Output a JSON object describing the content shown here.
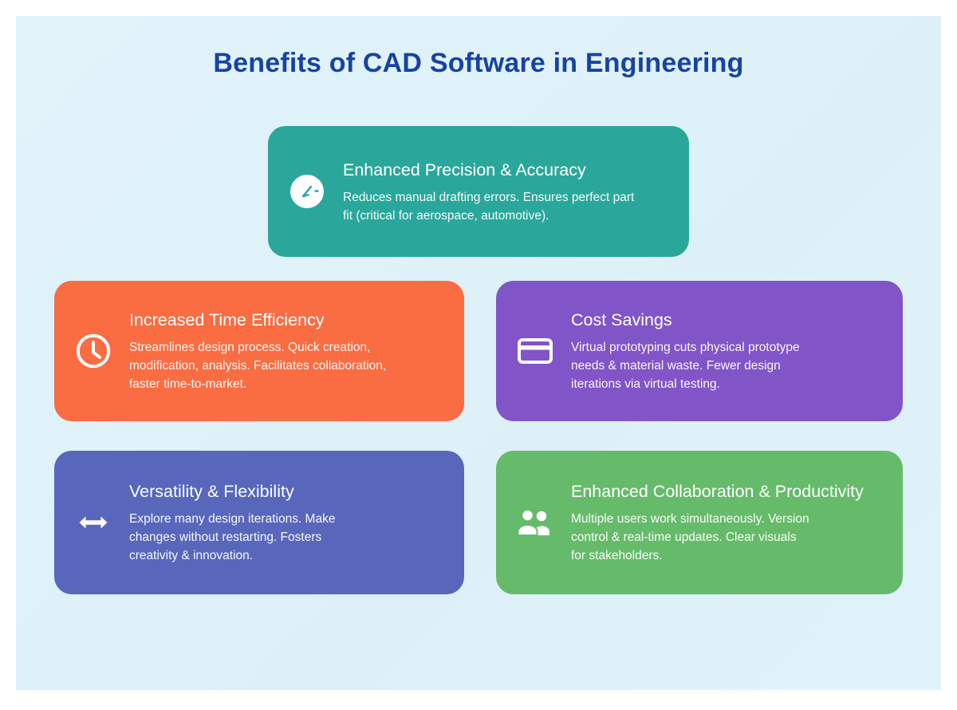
{
  "page": {
    "title": "Benefits of CAD Software in Engineering",
    "title_color": "#1743a6",
    "canvas_color": "#dff1f8",
    "outer_margin_color": "#ffffff"
  },
  "cards": [
    {
      "id": "precision",
      "title": "Enhanced Precision & Accuracy",
      "body": "Reduces manual drafting errors. Ensures perfect part\nfit (critical for aerospace, automotive).",
      "color": "#2aa79b",
      "icon": "precision-gauge-icon"
    },
    {
      "id": "time-efficiency",
      "title": "Increased Time Efficiency",
      "body": "Streamlines design process. Quick creation,\nmodification, analysis. Facilitates collaboration,\nfaster time-to-market.",
      "color": "#fa6c42",
      "icon": "clock-icon"
    },
    {
      "id": "cost-savings",
      "title": "Cost Savings",
      "body": "Virtual prototyping cuts physical prototype\nneeds & material waste. Fewer design\niterations via virtual testing.",
      "color": "#8155c7",
      "icon": "credit-card-icon"
    },
    {
      "id": "versatility",
      "title": "Versatility & Flexibility",
      "body": "Explore many design iterations. Make\nchanges without restarting. Fosters\ncreativity & innovation.",
      "color": "#5867bc",
      "icon": "double-arrow-icon"
    },
    {
      "id": "collaboration",
      "title": "Enhanced Collaboration & Productivity",
      "body": "Multiple users work simultaneously. Version\ncontrol & real-time updates. Clear visuals\nfor stakeholders.",
      "color": "#66bb6a",
      "icon": "users-icon"
    }
  ]
}
